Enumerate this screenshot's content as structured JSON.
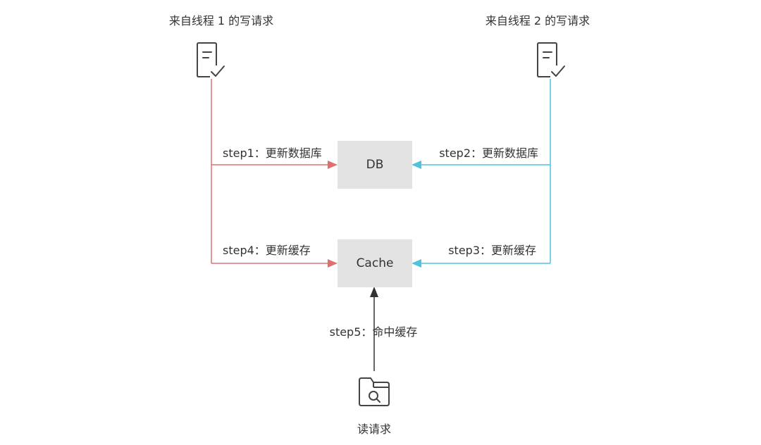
{
  "threads": {
    "thread1_label": "来自线程 1 的写请求",
    "thread2_label": "来自线程 2 的写请求"
  },
  "nodes": {
    "db_label": "DB",
    "cache_label": "Cache"
  },
  "steps": {
    "step1": "step1：更新数据库",
    "step2": "step2：更新数据库",
    "step3": "step3：更新缓存",
    "step4": "step4：更新缓存",
    "step5": "step5：命中缓存"
  },
  "reader": {
    "label": "读请求"
  },
  "icons": {
    "write_request_icon": "document-check-icon",
    "read_request_icon": "folder-search-icon"
  },
  "colors": {
    "thread1_line": "#e07070",
    "thread2_line": "#4ec3dc",
    "read_line": "#333333",
    "node_fill": "#e3e3e3"
  }
}
